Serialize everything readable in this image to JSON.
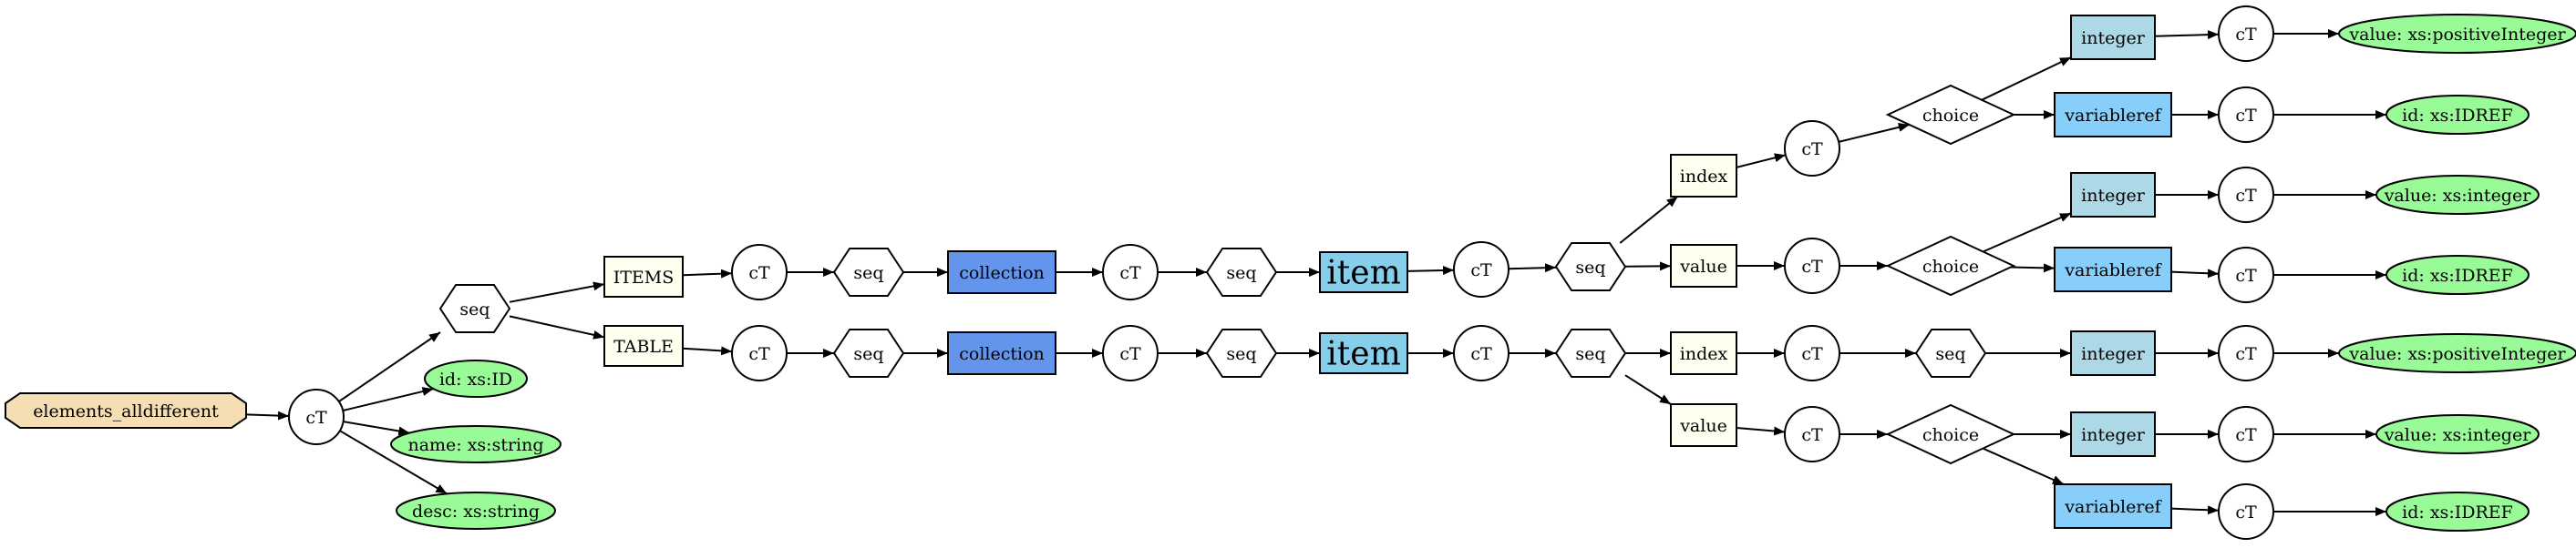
{
  "colors": {
    "root": "#f5deb3",
    "complexType": "#ffffff",
    "sequence": "#ffffff",
    "choice": "#ffffff",
    "element": "#fffff0",
    "collection": "#6495ed",
    "item": "#87ceeb",
    "integer": "#add8e6",
    "variableref": "#87cefa",
    "attribute": "#98fb98"
  },
  "nodes": {
    "root": {
      "label": "elements_alldifferent",
      "kind": "root"
    },
    "ct_root": {
      "label": "cT",
      "kind": "complexType"
    },
    "seq_root": {
      "label": "seq",
      "kind": "sequence"
    },
    "attr_id": {
      "label": "id: xs:ID",
      "kind": "attribute-required"
    },
    "attr_name": {
      "label": "name: xs:string",
      "kind": "attribute-optional"
    },
    "attr_desc": {
      "label": "desc: xs:string",
      "kind": "attribute-optional"
    },
    "items": {
      "label": "ITEMS",
      "kind": "element"
    },
    "ct_items": {
      "label": "cT",
      "kind": "complexType"
    },
    "seq_items": {
      "label": "seq",
      "kind": "sequence"
    },
    "coll_items": {
      "label": "collection",
      "kind": "collection"
    },
    "ct_coll_items": {
      "label": "cT",
      "kind": "complexType"
    },
    "seq_coll_items": {
      "label": "seq",
      "kind": "sequence"
    },
    "item_items": {
      "label": "item",
      "kind": "item"
    },
    "ct_item_items": {
      "label": "cT",
      "kind": "complexType"
    },
    "seq_item_items": {
      "label": "seq",
      "kind": "sequence"
    },
    "index_items": {
      "label": "index",
      "kind": "element"
    },
    "ct_index_items": {
      "label": "cT",
      "kind": "complexType"
    },
    "choice_index_items": {
      "label": "choice",
      "kind": "choice"
    },
    "int_index_items": {
      "label": "integer",
      "kind": "integer"
    },
    "ct_int_index_items": {
      "label": "cT",
      "kind": "complexType"
    },
    "val_int_index_items": {
      "label": "value: xs:positiveInteger",
      "kind": "attribute-required"
    },
    "vref_index_items": {
      "label": "variableref",
      "kind": "variableref"
    },
    "ct_vref_index_items": {
      "label": "cT",
      "kind": "complexType"
    },
    "id_vref_index_items": {
      "label": "id: xs:IDREF",
      "kind": "attribute-required"
    },
    "value_items": {
      "label": "value",
      "kind": "element"
    },
    "ct_value_items": {
      "label": "cT",
      "kind": "complexType"
    },
    "choice_value_items": {
      "label": "choice",
      "kind": "choice"
    },
    "int_value_items": {
      "label": "integer",
      "kind": "integer"
    },
    "ct_int_value_items": {
      "label": "cT",
      "kind": "complexType"
    },
    "val_int_value_items": {
      "label": "value: xs:integer",
      "kind": "attribute-required"
    },
    "vref_value_items": {
      "label": "variableref",
      "kind": "variableref"
    },
    "ct_vref_value_items": {
      "label": "cT",
      "kind": "complexType"
    },
    "id_vref_value_items": {
      "label": "id: xs:IDREF",
      "kind": "attribute-required"
    },
    "table": {
      "label": "TABLE",
      "kind": "element"
    },
    "ct_table": {
      "label": "cT",
      "kind": "complexType"
    },
    "seq_table": {
      "label": "seq",
      "kind": "sequence"
    },
    "coll_table": {
      "label": "collection",
      "kind": "collection"
    },
    "ct_coll_table": {
      "label": "cT",
      "kind": "complexType"
    },
    "seq_coll_table": {
      "label": "seq",
      "kind": "sequence"
    },
    "item_table": {
      "label": "item",
      "kind": "item"
    },
    "ct_item_table": {
      "label": "cT",
      "kind": "complexType"
    },
    "seq_item_table": {
      "label": "seq",
      "kind": "sequence"
    },
    "index_table": {
      "label": "index",
      "kind": "element"
    },
    "ct_index_table": {
      "label": "cT",
      "kind": "complexType"
    },
    "seq_index_table": {
      "label": "seq",
      "kind": "sequence"
    },
    "int_index_table": {
      "label": "integer",
      "kind": "integer"
    },
    "ct_int_index_table": {
      "label": "cT",
      "kind": "complexType"
    },
    "val_int_index_table": {
      "label": "value: xs:positiveInteger",
      "kind": "attribute-required"
    },
    "value_table": {
      "label": "value",
      "kind": "element"
    },
    "ct_value_table": {
      "label": "cT",
      "kind": "complexType"
    },
    "choice_value_table": {
      "label": "choice",
      "kind": "choice"
    },
    "int_value_table": {
      "label": "integer",
      "kind": "integer"
    },
    "ct_int_value_table": {
      "label": "cT",
      "kind": "complexType"
    },
    "val_int_value_table": {
      "label": "value: xs:integer",
      "kind": "attribute-required"
    },
    "vref_value_table": {
      "label": "variableref",
      "kind": "variableref"
    },
    "ct_vref_value_table": {
      "label": "cT",
      "kind": "complexType"
    },
    "id_vref_value_table": {
      "label": "id: xs:IDREF",
      "kind": "attribute-required"
    }
  },
  "edges": [
    [
      "root",
      "ct_root"
    ],
    [
      "ct_root",
      "seq_root"
    ],
    [
      "ct_root",
      "attr_id"
    ],
    [
      "ct_root",
      "attr_name"
    ],
    [
      "ct_root",
      "attr_desc"
    ],
    [
      "seq_root",
      "items"
    ],
    [
      "seq_root",
      "table"
    ],
    [
      "items",
      "ct_items"
    ],
    [
      "ct_items",
      "seq_items"
    ],
    [
      "seq_items",
      "coll_items"
    ],
    [
      "coll_items",
      "ct_coll_items"
    ],
    [
      "ct_coll_items",
      "seq_coll_items"
    ],
    [
      "seq_coll_items",
      "item_items"
    ],
    [
      "item_items",
      "ct_item_items"
    ],
    [
      "ct_item_items",
      "seq_item_items"
    ],
    [
      "seq_item_items",
      "index_items"
    ],
    [
      "seq_item_items",
      "value_items"
    ],
    [
      "index_items",
      "ct_index_items"
    ],
    [
      "ct_index_items",
      "choice_index_items"
    ],
    [
      "choice_index_items",
      "int_index_items"
    ],
    [
      "choice_index_items",
      "vref_index_items"
    ],
    [
      "int_index_items",
      "ct_int_index_items"
    ],
    [
      "ct_int_index_items",
      "val_int_index_items"
    ],
    [
      "vref_index_items",
      "ct_vref_index_items"
    ],
    [
      "ct_vref_index_items",
      "id_vref_index_items"
    ],
    [
      "value_items",
      "ct_value_items"
    ],
    [
      "ct_value_items",
      "choice_value_items"
    ],
    [
      "choice_value_items",
      "int_value_items"
    ],
    [
      "choice_value_items",
      "vref_value_items"
    ],
    [
      "int_value_items",
      "ct_int_value_items"
    ],
    [
      "ct_int_value_items",
      "val_int_value_items"
    ],
    [
      "vref_value_items",
      "ct_vref_value_items"
    ],
    [
      "ct_vref_value_items",
      "id_vref_value_items"
    ],
    [
      "table",
      "ct_table"
    ],
    [
      "ct_table",
      "seq_table"
    ],
    [
      "seq_table",
      "coll_table"
    ],
    [
      "coll_table",
      "ct_coll_table"
    ],
    [
      "ct_coll_table",
      "seq_coll_table"
    ],
    [
      "seq_coll_table",
      "item_table"
    ],
    [
      "item_table",
      "ct_item_table"
    ],
    [
      "ct_item_table",
      "seq_item_table"
    ],
    [
      "seq_item_table",
      "index_table"
    ],
    [
      "seq_item_table",
      "value_table"
    ],
    [
      "index_table",
      "ct_index_table"
    ],
    [
      "ct_index_table",
      "seq_index_table"
    ],
    [
      "seq_index_table",
      "int_index_table"
    ],
    [
      "int_index_table",
      "ct_int_index_table"
    ],
    [
      "ct_int_index_table",
      "val_int_index_table"
    ],
    [
      "value_table",
      "ct_value_table"
    ],
    [
      "ct_value_table",
      "choice_value_table"
    ],
    [
      "choice_value_table",
      "int_value_table"
    ],
    [
      "choice_value_table",
      "vref_value_table"
    ],
    [
      "int_value_table",
      "ct_int_value_table"
    ],
    [
      "ct_int_value_table",
      "val_int_value_table"
    ],
    [
      "vref_value_table",
      "ct_vref_value_table"
    ],
    [
      "ct_vref_value_table",
      "id_vref_value_table"
    ]
  ]
}
